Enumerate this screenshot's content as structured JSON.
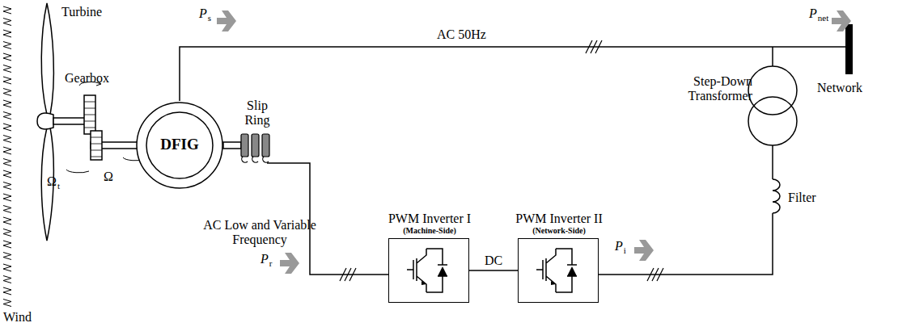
{
  "diagram": {
    "nodes": [
      {
        "text": [
          "DFIG"
        ]
      },
      {
        "text": [
          "PWM Inverter I",
          "(Machine-Side)"
        ]
      },
      {
        "text": [
          "PWM Inverter II",
          "(Network-Side)"
        ]
      }
    ],
    "edges": [
      {
        "from": 1,
        "to": 2,
        "arrow": "none",
        "label": "DC"
      }
    ],
    "labels": [
      "Turbine",
      "Gearbox",
      "Ω",
      "t",
      "Ω",
      "P",
      "s",
      "AC 50Hz",
      "P",
      "net",
      "Slip Ring",
      "Step-Down Transformer",
      "Network",
      "Filter",
      "Wind",
      "AC Low and Variable Frequency",
      "P",
      "r",
      "P",
      "i"
    ]
  }
}
